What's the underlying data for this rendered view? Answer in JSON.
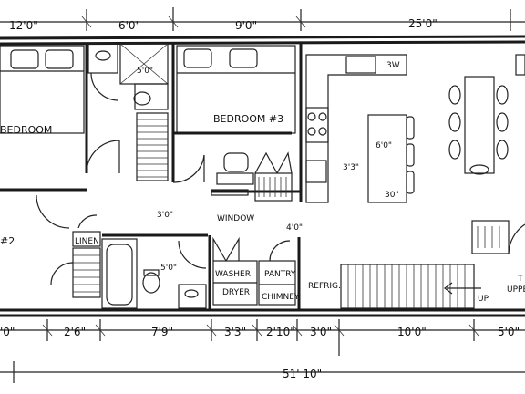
{
  "dimensions_top": {
    "d1": "12'0\"",
    "d2": "6'0\"",
    "d3": "9'0\"",
    "d4": "25'0\""
  },
  "dimensions_bottom": {
    "d1": "'0\"",
    "d2": "2'6\"",
    "d3": "7'9\"",
    "d4": "3'3\"",
    "d5": "2'10\"",
    "d6": "3'0\"",
    "d7": "10'0\"",
    "d8": "5'0\"",
    "total": "51' 10\""
  },
  "dimensions_interior": {
    "shower": "5'0\"",
    "hall": "3'0\"",
    "bath": "5'0\"",
    "range_gap": "3'3\"",
    "island_len": "6'0\"",
    "island_w": "30\"",
    "wall_seg": "4'0\"",
    "sink": "3W"
  },
  "rooms": {
    "bedroom_left": "BEDROOM",
    "bedroom_3": "BEDROOM #3",
    "bedroom_2": "#2",
    "linen": "LINEN",
    "washer": "WASHER",
    "dryer": "DRYER",
    "pantry": "PANTRY",
    "chimney": "CHIMNEY",
    "refrig": "REFRIG.",
    "window": "WINDOW",
    "up": "UP",
    "upper_1": "T",
    "upper_2": "UPPE"
  }
}
